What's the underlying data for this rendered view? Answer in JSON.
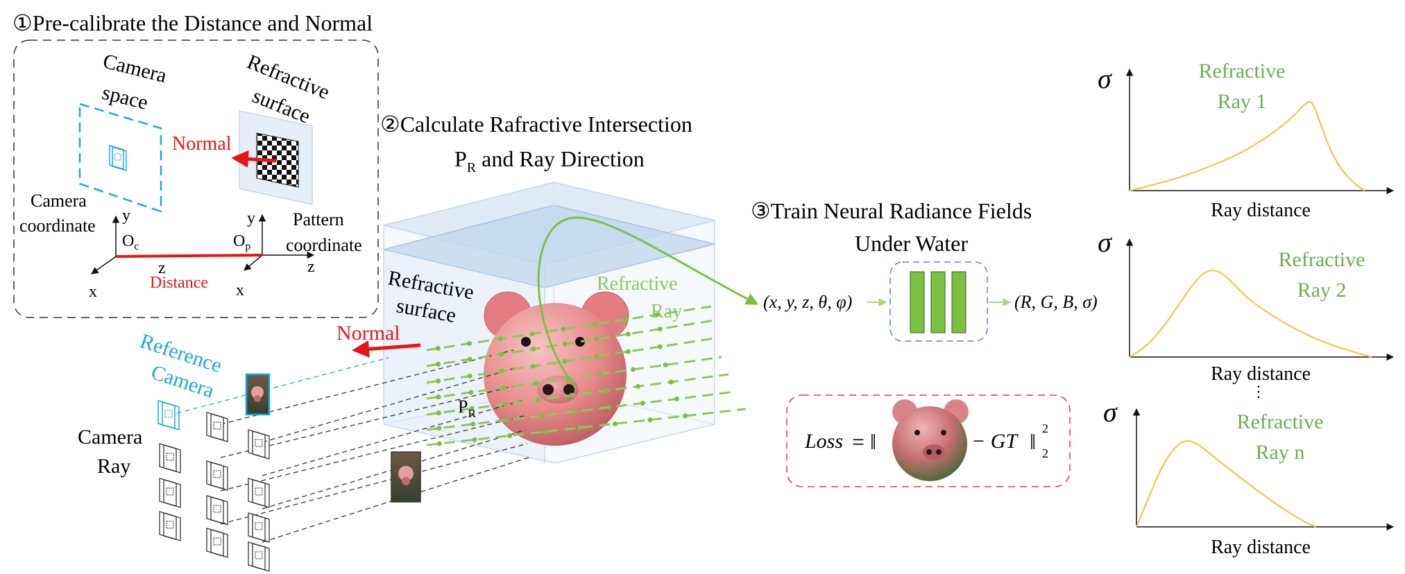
{
  "colors": {
    "red": "#e8141a",
    "green": "#7ac142",
    "green_text": "#6ab04c",
    "cyan": "#1ba6dc",
    "curve": "#f2c64a",
    "nn_box_border": "#5b7fd6",
    "loss_box_border": "#e23b3b",
    "tank": "#a9c9e6",
    "pig": "#e9888a"
  },
  "step1": {
    "title": "①Pre-calibrate the Distance and Normal",
    "camera_space": [
      "Camera",
      "space"
    ],
    "refractive_surface": [
      "Refractive",
      "surface"
    ],
    "normal": "Normal",
    "camera_coordinate": [
      "Camera",
      "coordinate"
    ],
    "pattern_coordinate": [
      "Pattern",
      "coordinate"
    ],
    "distance": "Distance",
    "axis_x": "x",
    "axis_y": "y",
    "axis_z": "z",
    "oc_base": "O",
    "oc_sub": "c",
    "op_base": "O",
    "op_sub": "p"
  },
  "step2": {
    "title_line1": "②Calculate Rafractive Intersection",
    "title_line2_base": "P",
    "title_line2_sub": "R",
    "title_line2_rest": " and Ray Direction",
    "refractive_surface": [
      "Refractive",
      "surface"
    ],
    "refractive_ray": [
      "Refractive",
      "Ray"
    ],
    "normal": "Normal",
    "pr_base": "P",
    "pr_sub": "R"
  },
  "left_cameras": {
    "reference_camera": [
      "Reference",
      "Camera"
    ],
    "camera_ray": [
      "Camera",
      "Ray"
    ]
  },
  "step3": {
    "title_line1": "③Train Neural Radiance Fields",
    "title_line2": "Under Water",
    "input": "(x, y, z, θ, φ)",
    "output": "(R, G, B, σ)",
    "loss_label": "Loss",
    "loss_eq": "= ‖",
    "loss_minus_gt": "− GT",
    "loss_sup": "2",
    "loss_sub": "2"
  },
  "plots": {
    "sigma": "σ",
    "xlabel": "Ray distance",
    "dots": "⋮",
    "items": [
      {
        "label": [
          "Refractive",
          "Ray 1"
        ]
      },
      {
        "label": [
          "Refractive",
          "Ray 2"
        ]
      },
      {
        "label": [
          "Refractive",
          "Ray n"
        ]
      }
    ]
  },
  "chart_data": [
    {
      "type": "line",
      "title": "Refractive Ray 1",
      "xlabel": "Ray distance",
      "ylabel": "σ",
      "x": [
        0,
        0.1,
        0.2,
        0.3,
        0.4,
        0.5,
        0.6,
        0.66,
        0.7,
        0.73,
        0.76,
        0.8,
        0.85,
        0.9,
        0.94
      ],
      "y": [
        0.0,
        0.06,
        0.13,
        0.22,
        0.32,
        0.45,
        0.62,
        0.75,
        0.86,
        0.9,
        0.7,
        0.42,
        0.2,
        0.07,
        0.0
      ]
    },
    {
      "type": "line",
      "title": "Refractive Ray 2",
      "xlabel": "Ray distance",
      "ylabel": "σ",
      "x": [
        0,
        0.05,
        0.1,
        0.15,
        0.2,
        0.25,
        0.3,
        0.35,
        0.4,
        0.45,
        0.5,
        0.6,
        0.7,
        0.8,
        0.9,
        0.97
      ],
      "y": [
        0.0,
        0.08,
        0.2,
        0.36,
        0.55,
        0.74,
        0.88,
        0.9,
        0.8,
        0.66,
        0.55,
        0.38,
        0.24,
        0.13,
        0.05,
        0.0
      ]
    },
    {
      "type": "line",
      "title": "Refractive Ray n",
      "xlabel": "Ray distance",
      "ylabel": "σ",
      "x": [
        0,
        0.05,
        0.1,
        0.15,
        0.2,
        0.25,
        0.3,
        0.4,
        0.5,
        0.6,
        0.7,
        0.74
      ],
      "y": [
        0.0,
        0.3,
        0.6,
        0.8,
        0.9,
        0.86,
        0.76,
        0.56,
        0.37,
        0.19,
        0.04,
        0.0
      ]
    }
  ]
}
